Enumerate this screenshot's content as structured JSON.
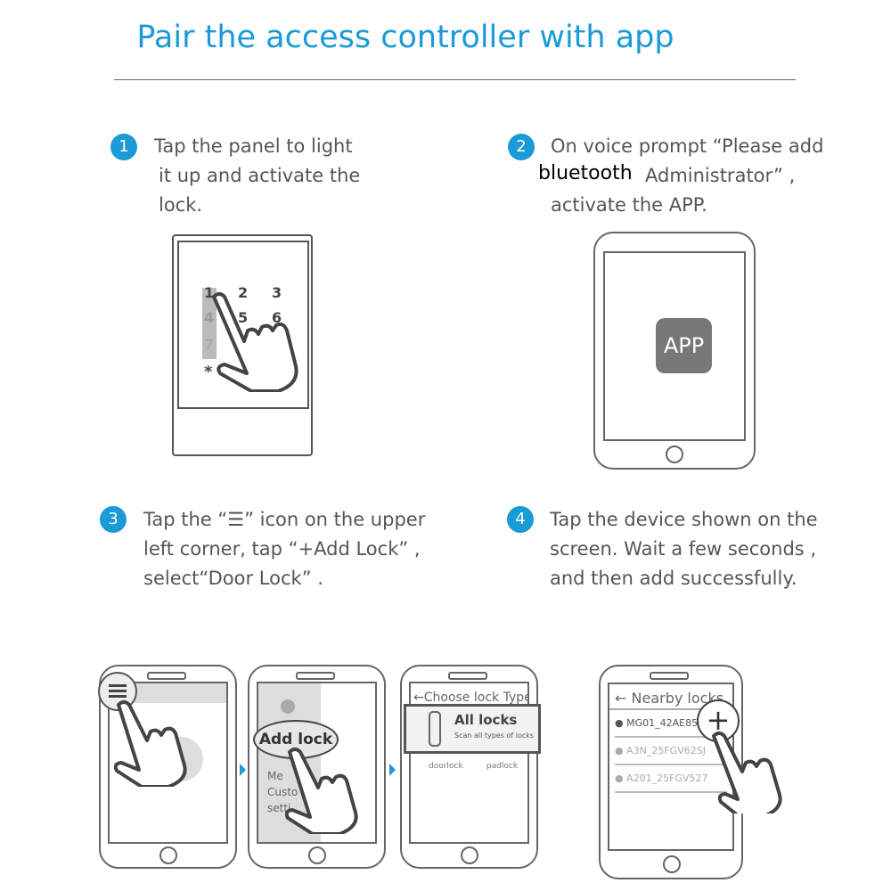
{
  "title": "Pair the access controller with app",
  "steps": [
    {
      "num": "1",
      "lines": [
        "Tap the panel to light",
        "it up and activate the",
        "lock."
      ]
    },
    {
      "num": "2",
      "lines": [
        "On voice prompt “Please add",
        "Administrator” ,",
        "activate the APP."
      ],
      "overlay": "bluetooth"
    },
    {
      "num": "3",
      "lines": [
        "Tap the “☰” icon on the upper",
        "left corner, tap “+Add Lock” ,",
        "select“Door Lock” ."
      ]
    },
    {
      "num": "4",
      "lines": [
        "Tap the device shown on the",
        "screen. Wait a few seconds ,",
        "and then add successfully."
      ]
    }
  ],
  "keypad": {
    "keys": [
      "1",
      "2",
      "3",
      "4",
      "5",
      "6",
      "7",
      "*"
    ]
  },
  "app_icon": "APP",
  "menu": {
    "add_lock": "Add lock",
    "items": [
      "Me",
      "Custo",
      "setti"
    ]
  },
  "choose": {
    "header": "←Choose lock Type",
    "all": "All locks",
    "all_sub": "Scan all types of locks",
    "doorlock": "doorlock",
    "padlock": "padlock"
  },
  "nearby": {
    "header": "Nearby locks",
    "back": "←",
    "plus": "+",
    "locks": [
      "MG01_42AE85",
      "A3N_25FGV62SJ",
      "A201_25FGV527"
    ]
  },
  "colors": {
    "accent": "#1a9ad6"
  }
}
